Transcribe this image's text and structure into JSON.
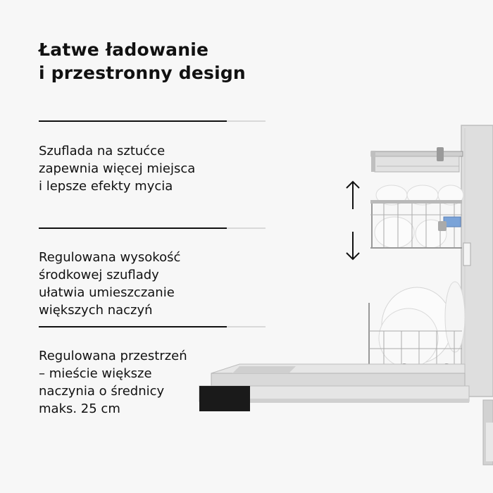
{
  "heading": {
    "lines": [
      "Łatwe ładowanie",
      "i przestronny design"
    ]
  },
  "dividers": [
    {
      "progress": 0.83
    },
    {
      "progress": 0.83
    },
    {
      "progress": 0.83
    }
  ],
  "features": [
    {
      "lines": [
        "Szuflada na sztućce",
        "zapewnia więcej miejsca",
        "i lepsze efekty mycia"
      ]
    },
    {
      "lines": [
        "Regulowana wysokość",
        "środkowej szuflady",
        "ułatwia umieszczanie",
        "większych naczyń"
      ]
    },
    {
      "lines": [
        "Regulowana przestrzeń",
        "– mieście większe",
        "naczynia o średnicy",
        "maks. 25 cm"
      ]
    }
  ],
  "icons": {
    "up": "arrow-up-icon",
    "down": "arrow-down-icon"
  }
}
